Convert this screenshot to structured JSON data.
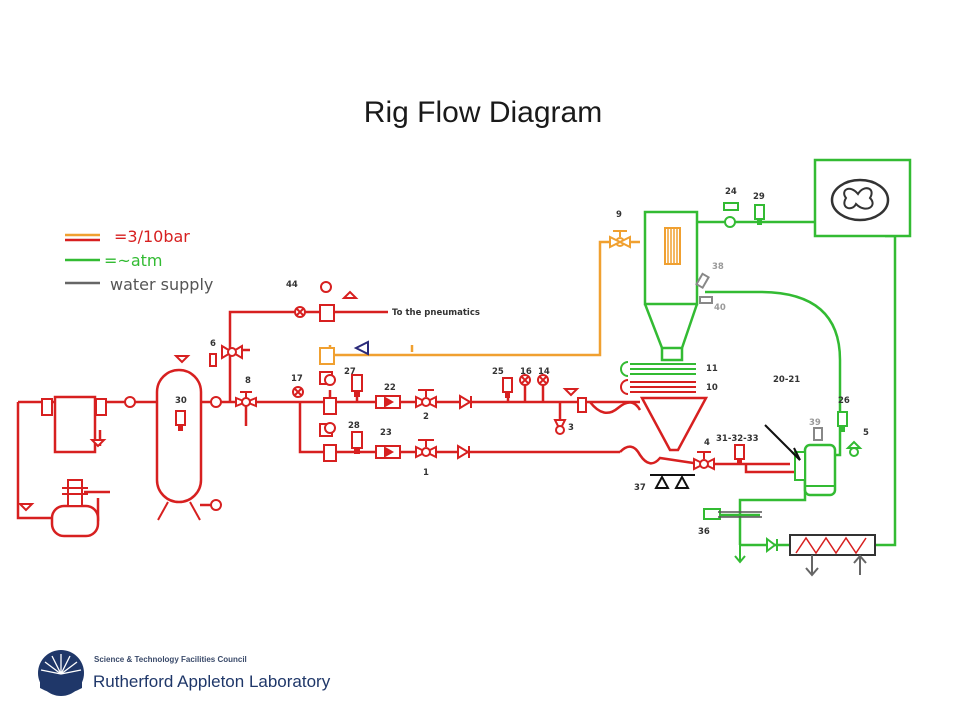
{
  "title": "Rig Flow Diagram",
  "legend": [
    {
      "text": "=3/10bar",
      "color": "#d72020",
      "accent": "#f0a030"
    },
    {
      "text": "=~atm",
      "color": "#33bb33"
    },
    {
      "text": "water supply",
      "color": "#666666"
    }
  ],
  "labels": {
    "l1": "1",
    "l2": "2",
    "l3": "3",
    "l4": "4",
    "l5": "5",
    "l6": "6",
    "l8": "8",
    "l9": "9",
    "l10": "10",
    "l11": "11",
    "l14": "14",
    "l16": "16",
    "l17": "17",
    "l20_21": "20-21",
    "l22": "22",
    "l23": "23",
    "l24": "24",
    "l25": "25",
    "l26": "26",
    "l27": "27",
    "l28": "28",
    "l29": "29",
    "l30": "30",
    "l31_32_33": "31-32-33",
    "l36": "36",
    "l37": "37",
    "l38": "38",
    "l39": "39",
    "l40": "40",
    "l44": "44",
    "pneumatics": "To the pneumatics"
  },
  "colors": {
    "pressure": "#d72020",
    "pressure_alt": "#f0a030",
    "atm": "#33bb33",
    "water": "#666666",
    "blue_valve": "#2a2a7a"
  },
  "logo": {
    "council": "Science & Technology Facilities Council",
    "lab": "Rutherford Appleton Laboratory"
  }
}
